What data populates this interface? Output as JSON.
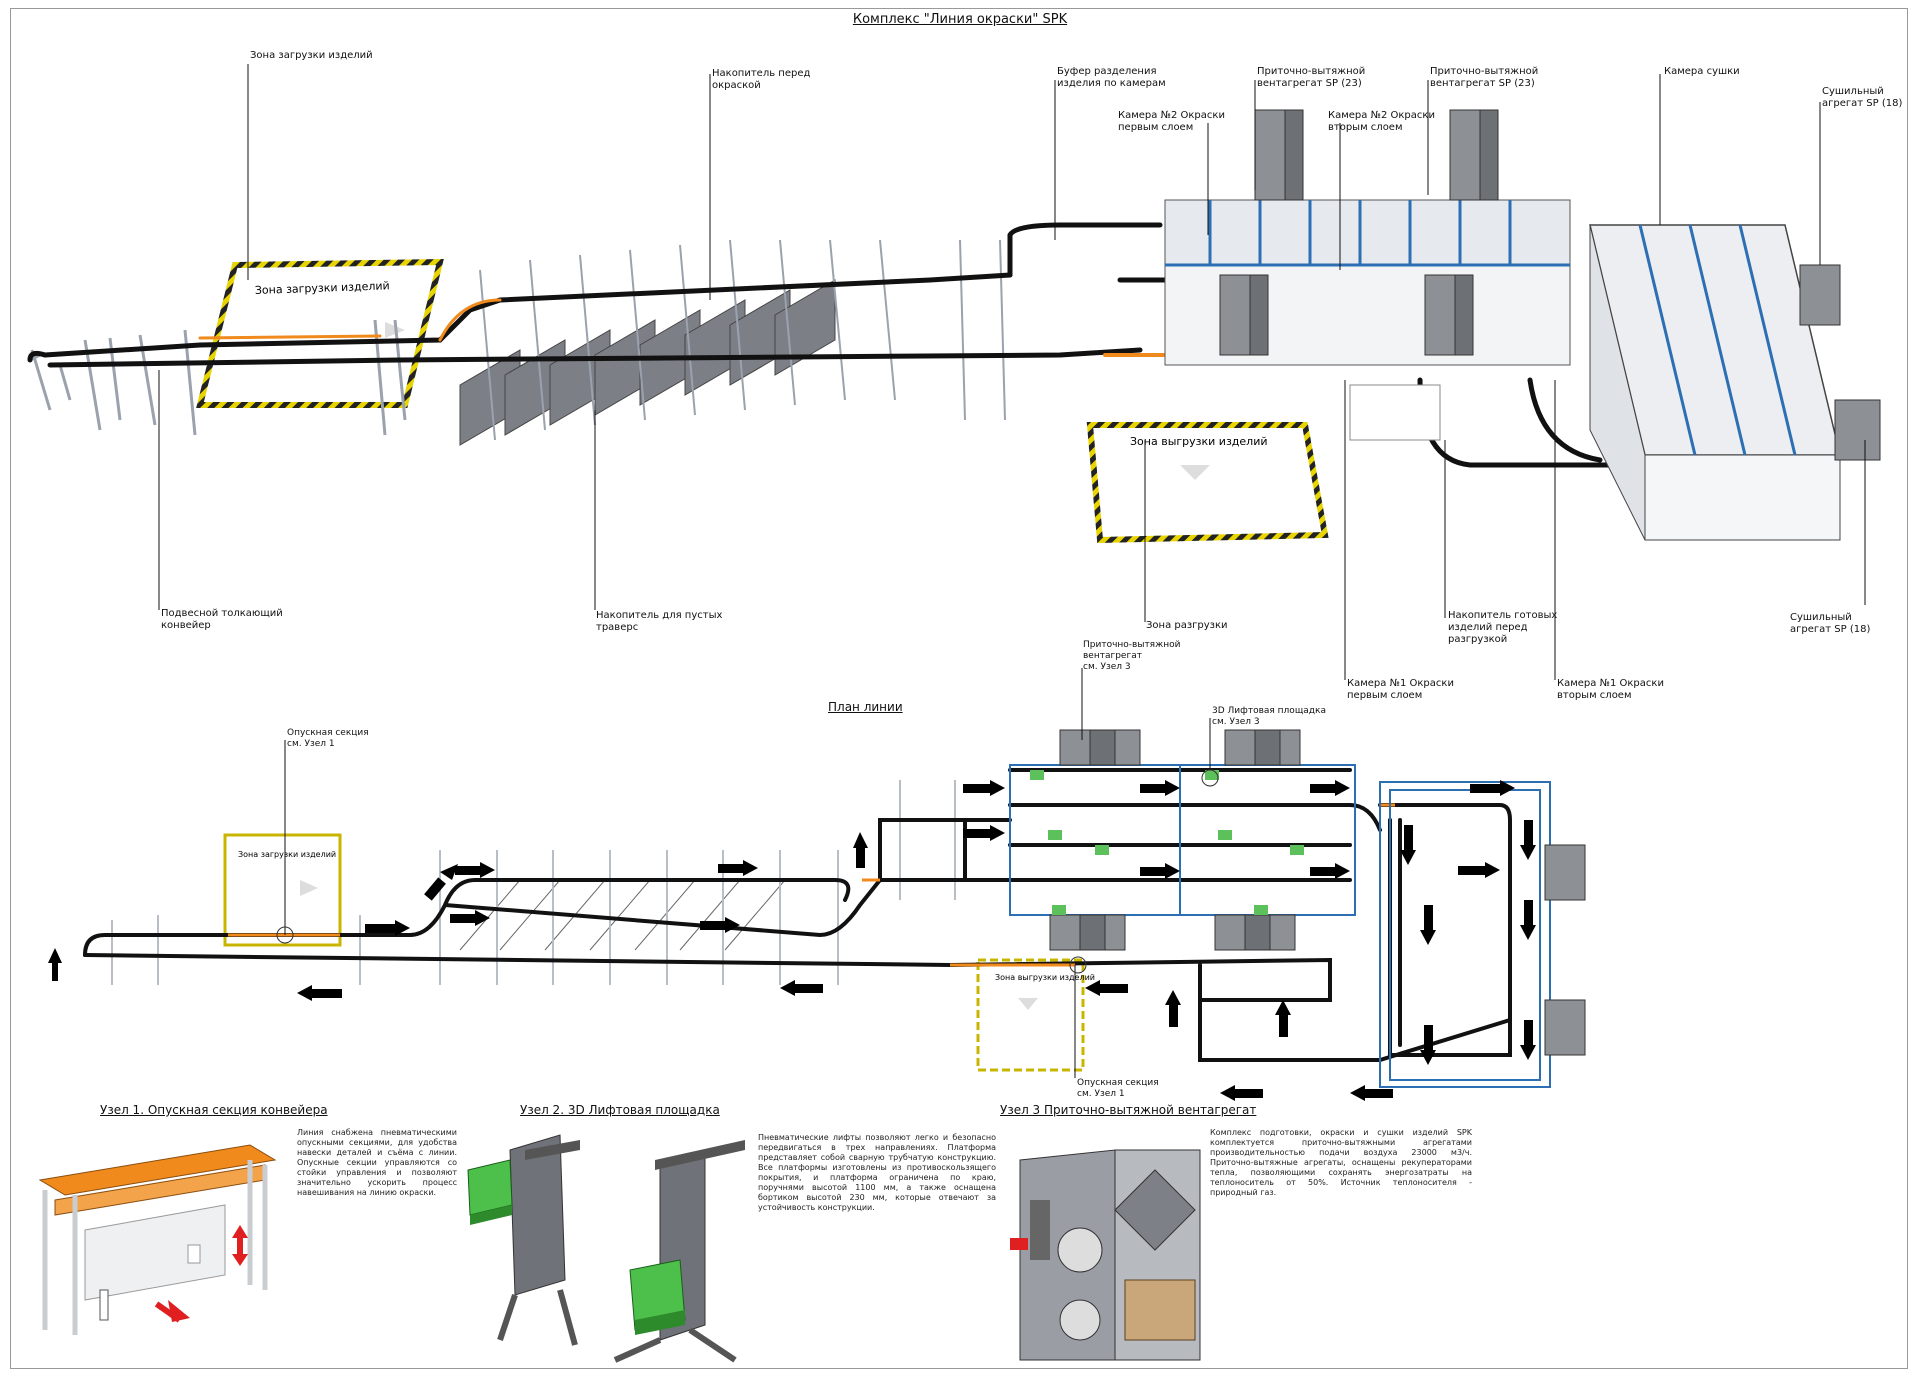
{
  "title": "Комплекс \"Линия окраски\" SPK",
  "top_view": {
    "labels": {
      "loading_zone": "Зона загрузки изделий",
      "accumulator_before_paint": "Накопитель перед\nокраской",
      "buffer": "Буфер разделения\nизделия по камерам",
      "vent_unit_1": "Приточно-вытяжной\nвентагрегат SP (23)",
      "vent_unit_2": "Приточно-вытяжной\nвентагрегат SP (23)",
      "drying_chamber": "Камера сушки",
      "dryer_unit_top": "Сушильный\nагрегат SP (18)",
      "chamber2_first": "Камера №2 Окраски\nпервым слоем",
      "chamber2_second": "Камера №2 Окраски\nвторым слоем",
      "conveyor": "Подвесной толкающий\nконвейер",
      "empty_accumulator": "Накопитель для пустых\nтраверс",
      "unloading_zone": "Зона разгрузки",
      "finished_accumulator": "Накопитель готовых\nизделий перед\nразгрузкой",
      "dryer_unit_bottom": "Сушильный\nагрегат SP (18)",
      "chamber1_first": "Камера №1 Окраски\nпервым слоем",
      "chamber1_second": "Камера №1 Окраски\nвторым слоем"
    },
    "zone_signs": {
      "loading": "Зона загрузки изделий",
      "unloading": "Зона выгрузки изделий"
    }
  },
  "plan": {
    "title": "План линии",
    "labels": {
      "lowering_section_top": "Опускная секция\nсм. Узел 1",
      "vent_unit_plan": "Приточно-вытяжной\nвентагрегат\nсм. Узел 3",
      "lift_platform_plan": "3D Лифтовая площадка\nсм. Узел 3",
      "lowering_section_bottom": "Опускная секция\nсм. Узел 1",
      "loading_zone_plan": "Зона загрузки изделий",
      "unloading_zone_plan": "Зона выгрузки изделий"
    }
  },
  "nodes": {
    "node1": {
      "title": "Узел 1. Опускная секция конвейера",
      "text": "Линия снабжена пневматическими опускными секциями, для удобства навески деталей и съёма с линии. Опускные секции управляются со стойки управления и позволяют значительно ускорить процесс навешивания на линию окраски."
    },
    "node2": {
      "title": "Узел 2. 3D Лифтовая площадка",
      "text": "Пневматические лифты позволяют легко и безопасно передвигаться в трех направлениях. Платформа представляет собой сварную трубчатую конструкцию. Все платформы изготовлены из противоскользящего покрытия, и платформа ограничена по краю, поручнями высотой 1100 мм, а также оснащена бортиком высотой 230 мм, которые отвечают за устойчивость конструкции."
    },
    "node3": {
      "title": "Узел 3 Приточно-вытяжной вентагрегат",
      "text": "Комплекс подготовки, окраски и сушки изделий SPK комплектуется приточно-вытяжными агрегатами производительностью подачи воздуха 23000 м3/ч. Приточно-вытяжные агрегаты, оснащены рекуператорами тепла, позволяющими сохранять энергозатраты на теплоноситель от 50%. Источник теплоносителя - природный газ."
    }
  },
  "colors": {
    "rail": "#111111",
    "rail_accent": "#f08a1c",
    "zone_yellow": "#e8d400",
    "steel": "#2c6fb2",
    "node_blue": "#3a8fd0",
    "chamber": "#e6e9ee",
    "equipment_gray": "#8d9095",
    "green_marker": "#5cc15a",
    "red_arrow": "#e02020"
  }
}
